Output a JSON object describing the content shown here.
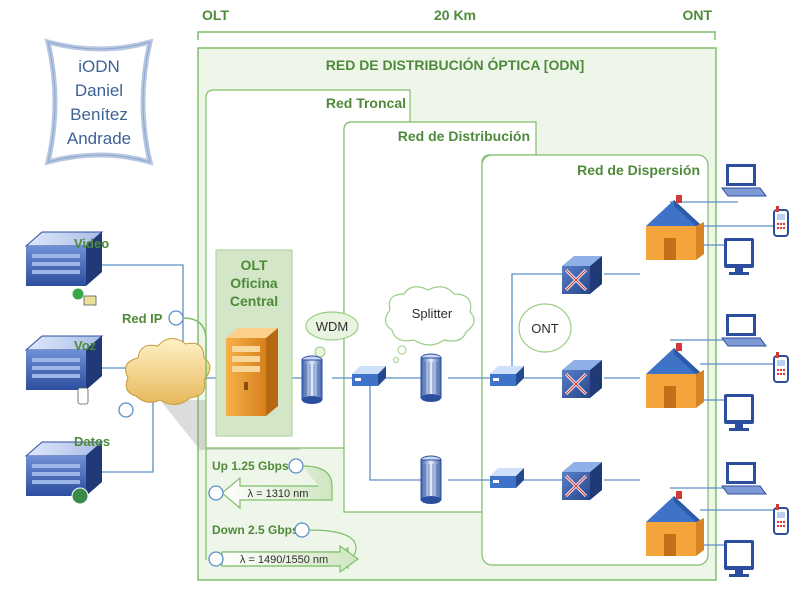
{
  "header": {
    "left": "OLT",
    "center": "20 Km",
    "right": "ONT"
  },
  "logo": {
    "lines": [
      "iODN",
      "Daniel",
      "Benítez",
      "Andrade"
    ]
  },
  "regions": {
    "odn": "RED DE DISTRIBUCIÓN ÓPTICA [ODN]",
    "troncal": "Red Troncal",
    "distribucion": "Red de Distribución",
    "dispersion": "Red de Dispersión"
  },
  "services": {
    "video": "Video",
    "voz": "Voz",
    "datos": "Datos"
  },
  "labels": {
    "red_ip": "Red IP",
    "olt_line1": "OLT",
    "olt_line2": "Oficina",
    "olt_line3": "Central",
    "wdm": "WDM",
    "splitter": "Splitter",
    "ont": "ONT"
  },
  "bandwidth": {
    "up_label": "Up 1.25 Gbps",
    "up_wavelength": "λ = 1310 nm",
    "down_label": "Down 2.5 Gbps",
    "down_wavelength": "λ = 1490/1550 nm"
  },
  "colors": {
    "green_text": "#4f8a3a",
    "frame_border": "#7fbf6a",
    "odn_fill": "#eaf3e4",
    "olt_fill": "#cfe3c4",
    "fiber": "#5b8fc7",
    "house_roof": "#3f73c8",
    "house_wall": "#f3a53c"
  }
}
